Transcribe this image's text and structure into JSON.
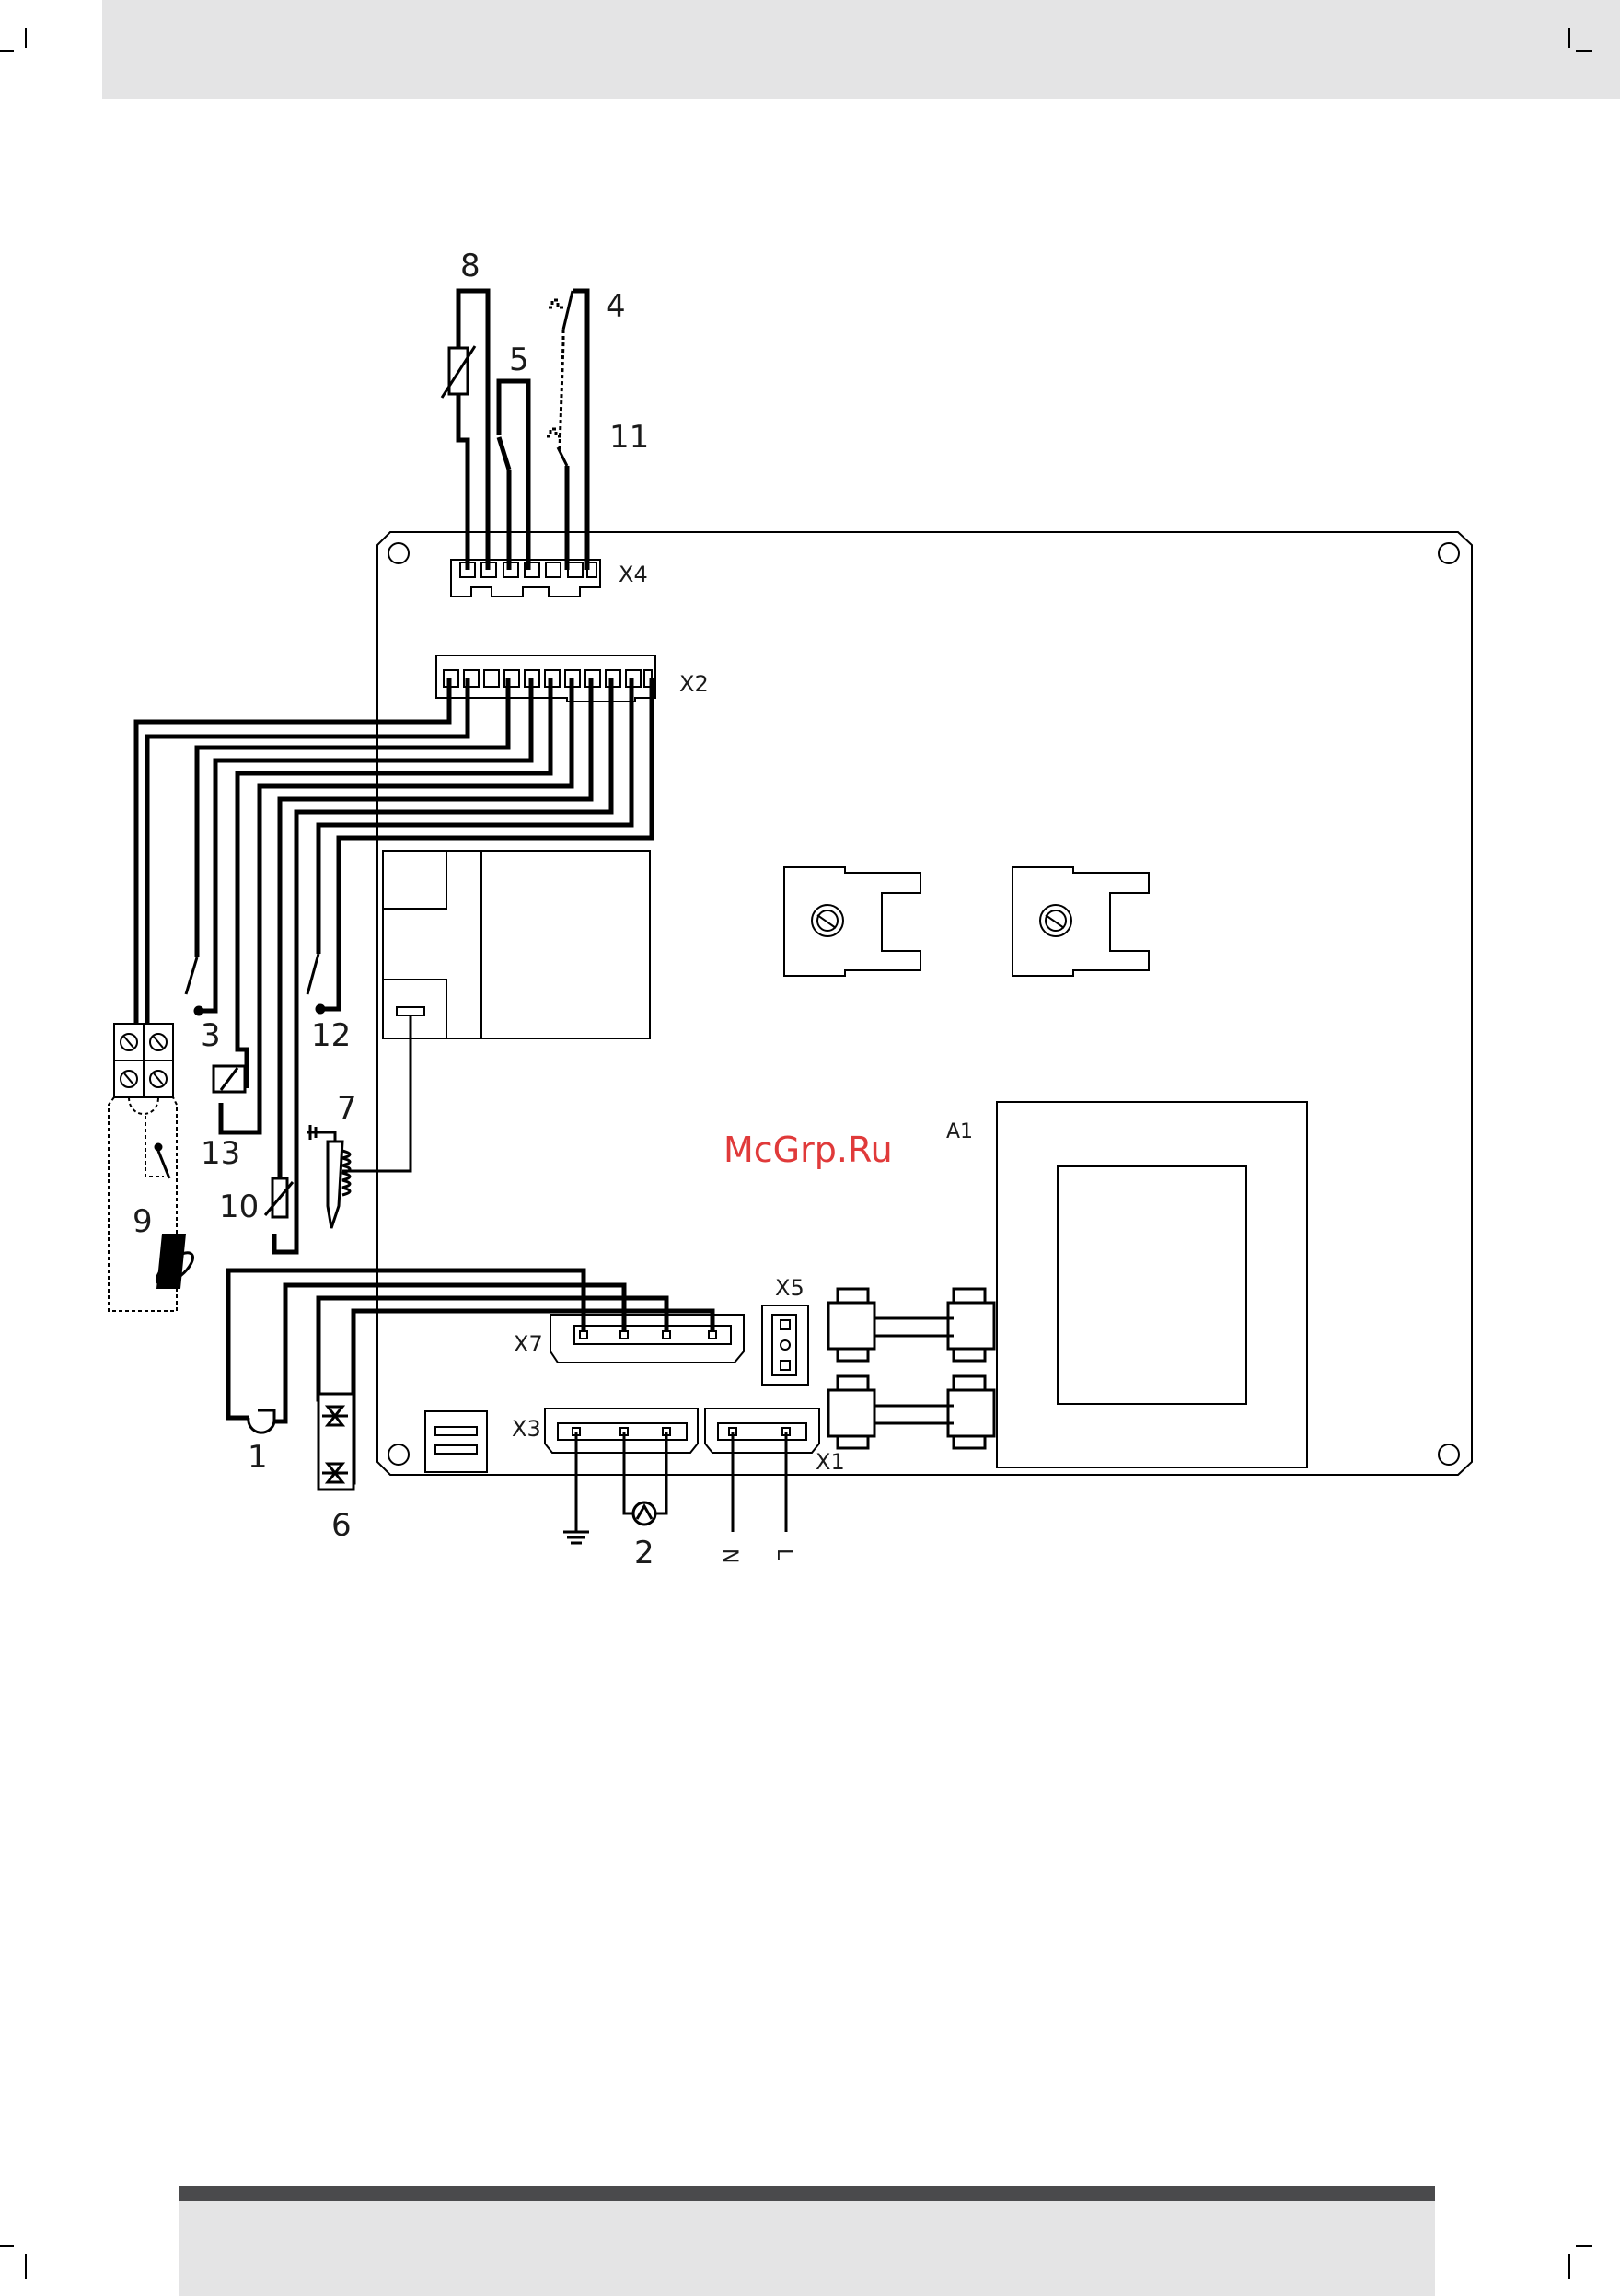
{
  "connectors": {
    "x4": "X4",
    "x2": "X2",
    "x7": "X7",
    "x5": "X5",
    "x3": "X3",
    "x1": "X1"
  },
  "board": {
    "label": "A1"
  },
  "components": {
    "c1": "1",
    "c2": "2",
    "c3": "3",
    "c4": "4",
    "c5": "5",
    "c6": "6",
    "c7": "7",
    "c8": "8",
    "c9": "9",
    "c10": "10",
    "c11": "11",
    "c12": "12",
    "c13": "13"
  },
  "mains": {
    "neutral": "N",
    "live": "L"
  },
  "watermark": "McGrp.Ru"
}
